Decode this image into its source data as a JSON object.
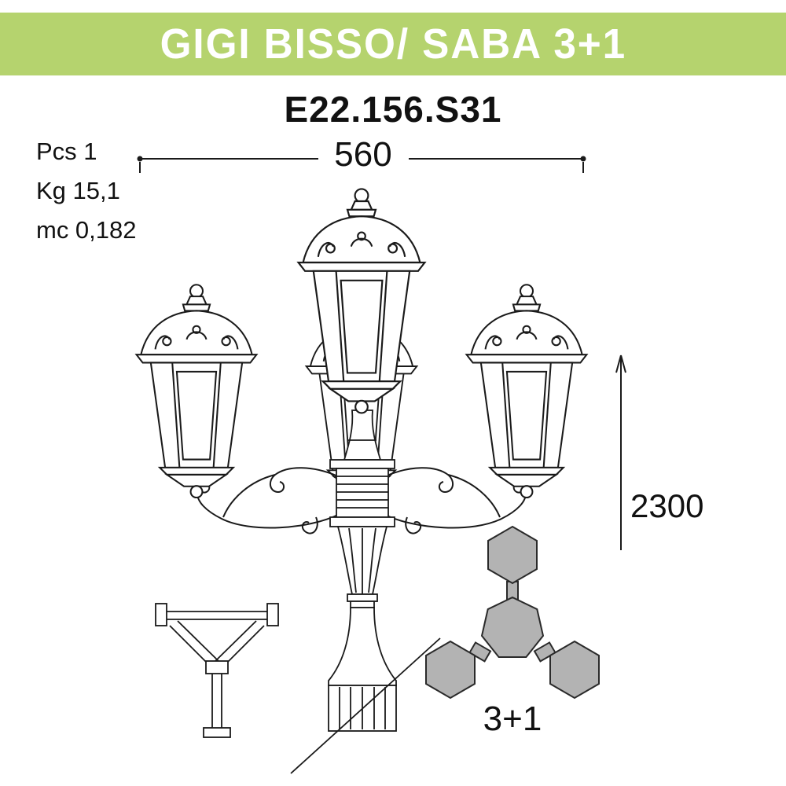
{
  "header": {
    "title": "GIGI BISSO/ SABA 3+1"
  },
  "product": {
    "code": "E22.156.S31"
  },
  "specs": {
    "pcs": "Pcs 1",
    "kg": "Kg 15,1",
    "mc": "mc 0,182"
  },
  "dimensions": {
    "width_mm": "560",
    "height_mm": "2300"
  },
  "configuration": {
    "label": "3+1"
  },
  "colors": {
    "header_bg": "#b5d36e",
    "line_color": "#1a1a1a",
    "hex_fill": "#b3b3b3"
  }
}
